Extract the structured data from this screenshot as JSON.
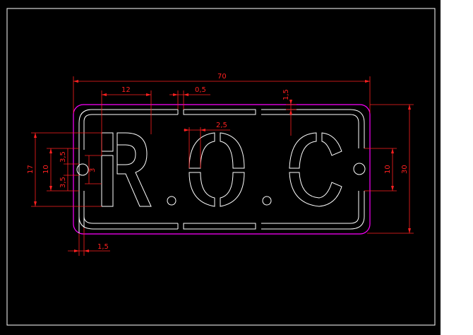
{
  "colors": {
    "background": "#000000",
    "border": "#ffffff",
    "outline": "#ff00ff",
    "geometry": "#ffffff",
    "dimension": "#ff2020"
  },
  "dimensions": {
    "overall_width": "70",
    "letter_width": "12",
    "gap_top": "0,5",
    "margin_top": "1,5",
    "stroke_width": "2,5",
    "left_height": "17",
    "left_inner": "10",
    "left_small_a": "3,5",
    "left_small_b": "3",
    "left_small_c": "3,5",
    "right_inner": "10",
    "right_height": "30",
    "bottom_margin": "1,5"
  },
  "letters": [
    "R",
    "O",
    "C"
  ]
}
